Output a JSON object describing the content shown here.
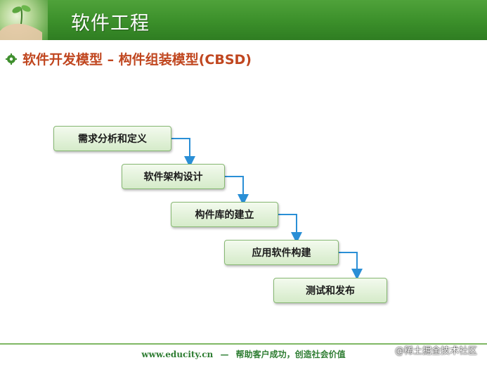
{
  "header": {
    "title": "软件工程"
  },
  "subtitle": "软件开发模型 – 构件组装模型(CBSD)",
  "steps": [
    "需求分析和定义",
    "软件架构设计",
    "构件库的建立",
    "应用软件构建",
    "测试和发布"
  ],
  "footer": {
    "url": "www.educity.cn",
    "dash": "—",
    "slogan": "帮助客户成功，创造社会价值"
  },
  "watermark": "@稀土掘金技术社区",
  "colors": {
    "header_green": "#3b8f2a",
    "subtitle_red": "#c0461f",
    "arrow_blue": "#2a8fd6",
    "box_green": "#d5ebc9"
  }
}
